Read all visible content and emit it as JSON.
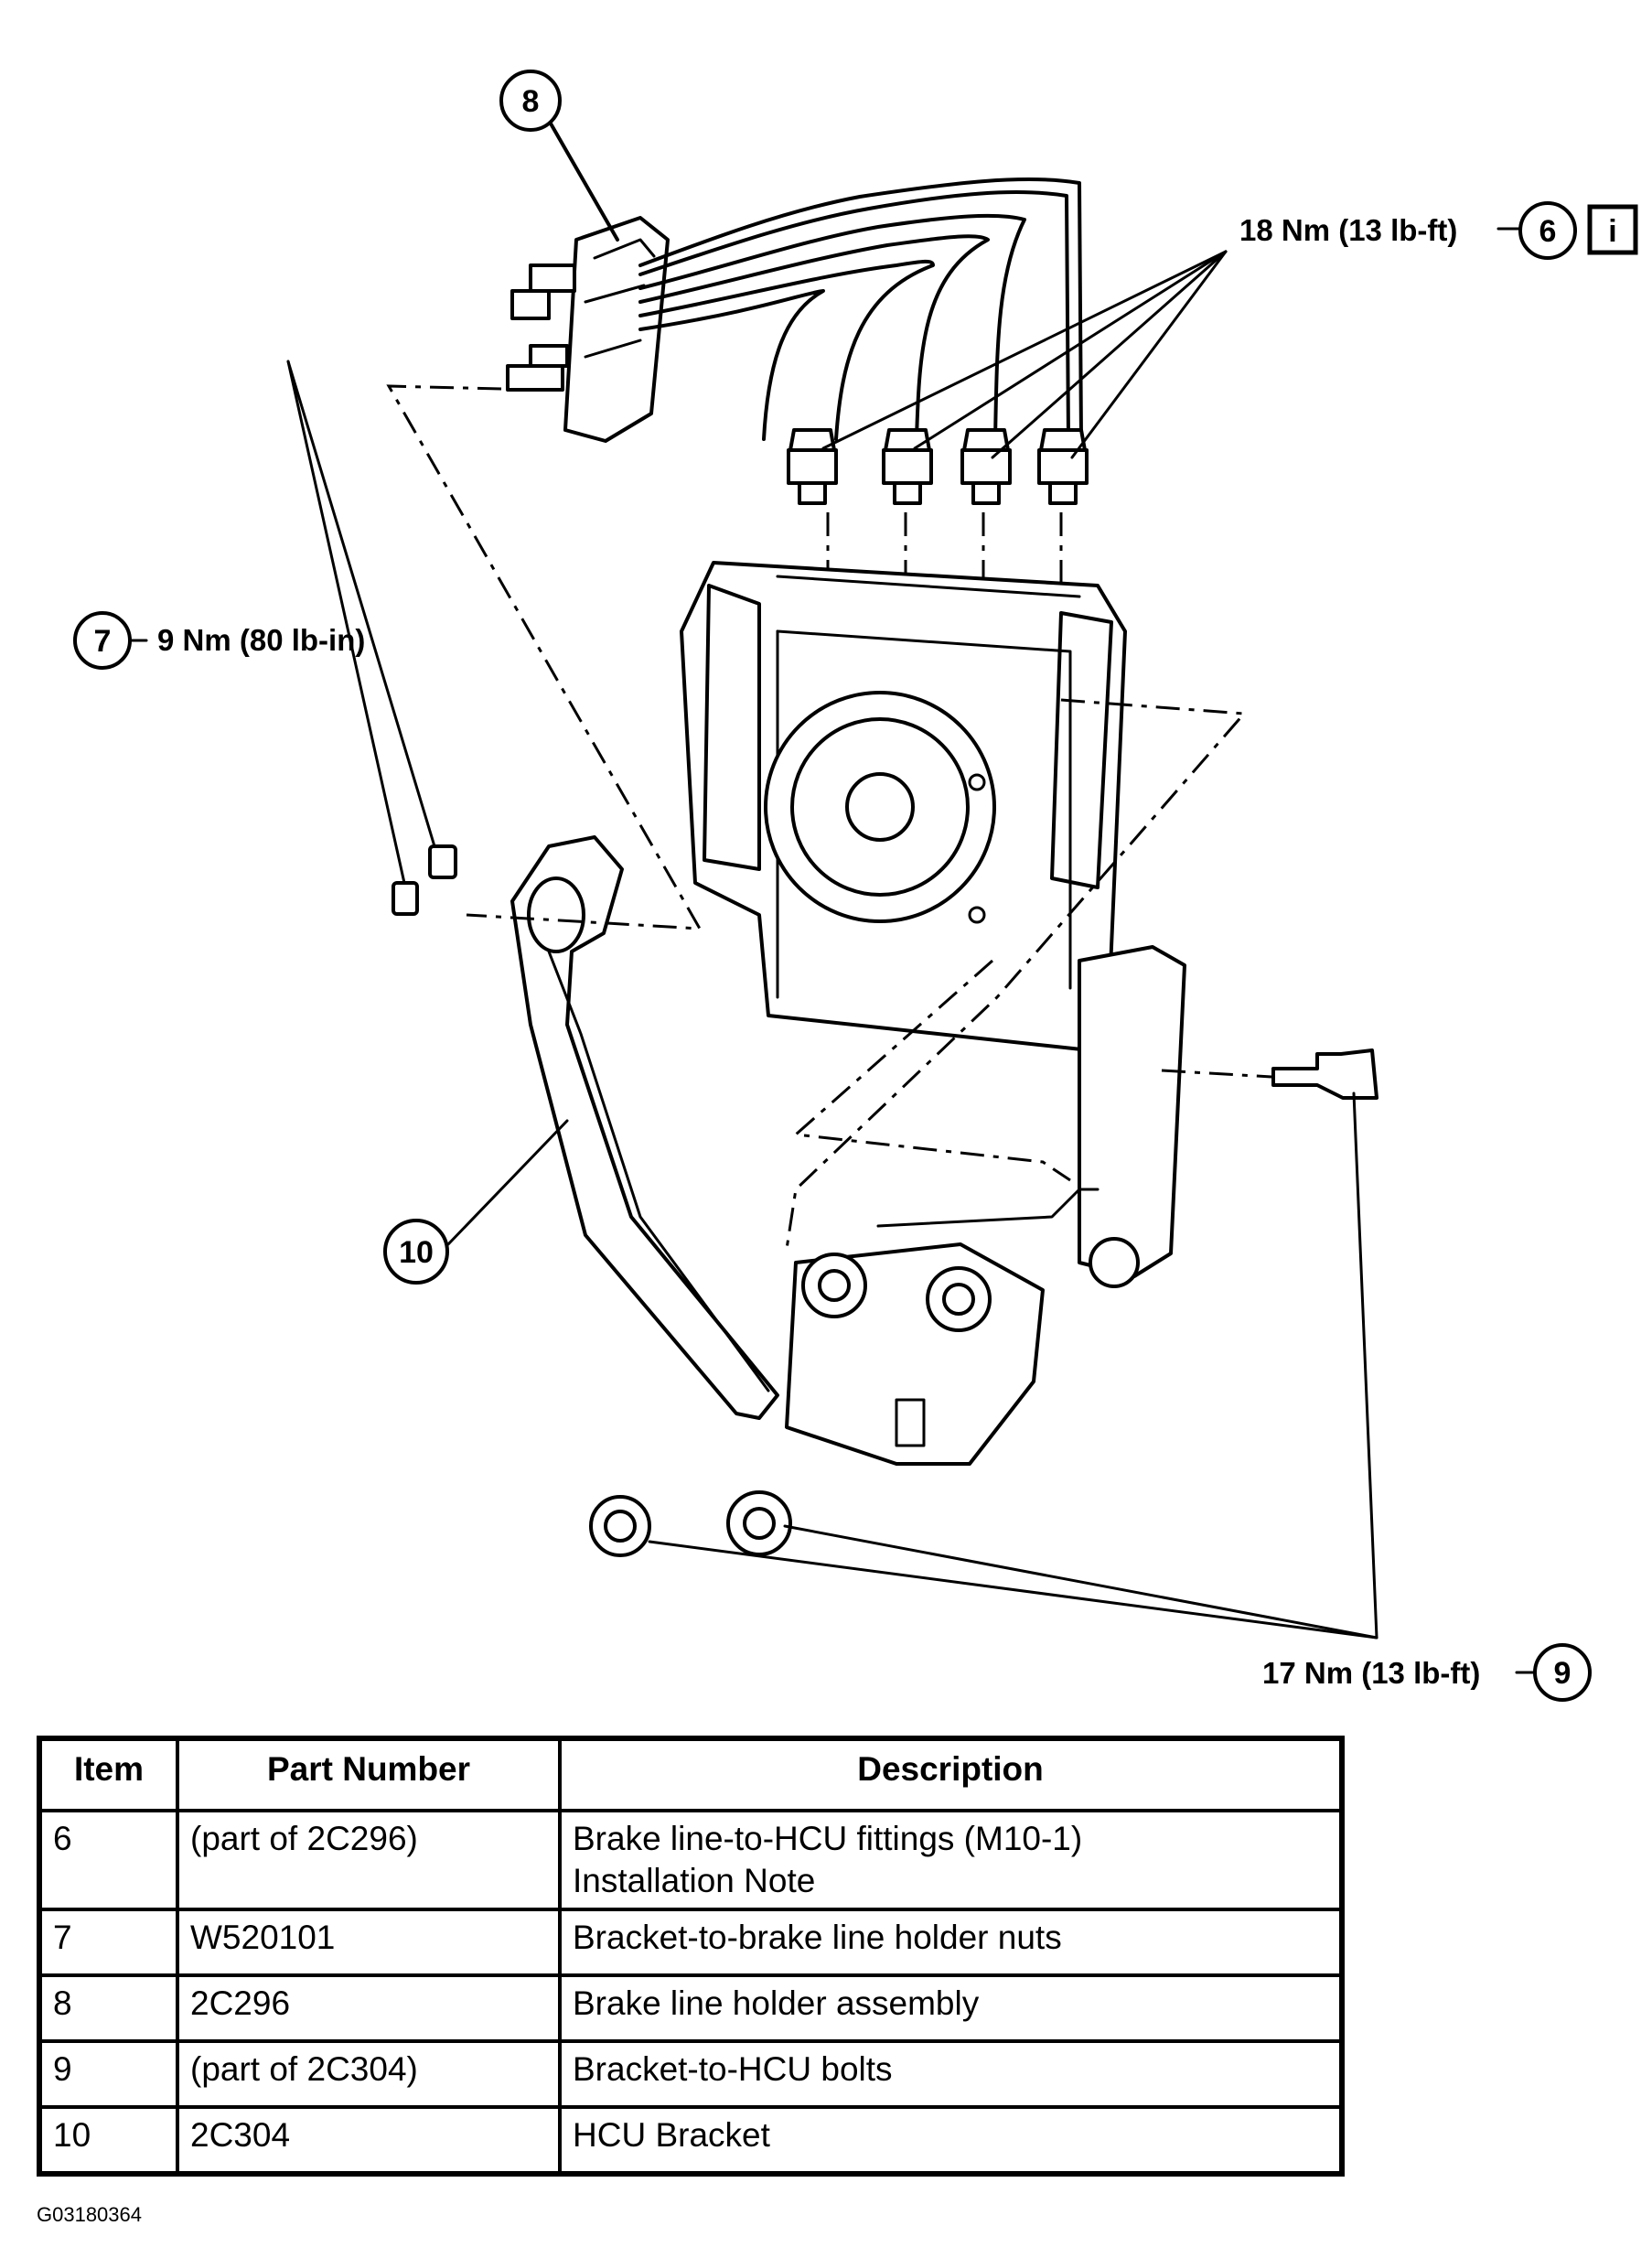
{
  "callouts": {
    "c8": {
      "num": "8"
    },
    "c6": {
      "num": "6",
      "torque": "18 Nm (13 lb-ft)",
      "info_icon": "i"
    },
    "c7": {
      "num": "7",
      "torque": "9 Nm (80 lb-in)"
    },
    "c10": {
      "num": "10"
    },
    "c9": {
      "num": "9",
      "torque": "17 Nm (13 lb-ft)"
    }
  },
  "table": {
    "headers": [
      "Item",
      "Part Number",
      "Description"
    ],
    "rows": [
      {
        "item": "6",
        "part": "(part of 2C296)",
        "desc": "Brake line-to-HCU fittings (M10-1)\nInstallation Note"
      },
      {
        "item": "7",
        "part": "W520101",
        "desc": "Bracket-to-brake line holder nuts"
      },
      {
        "item": "8",
        "part": "2C296",
        "desc": "Brake line holder assembly"
      },
      {
        "item": "9",
        "part": "(part of 2C304)",
        "desc": "Bracket-to-HCU bolts"
      },
      {
        "item": "10",
        "part": "2C304",
        "desc": "HCU Bracket"
      }
    ]
  },
  "figure_code": "G03180364"
}
